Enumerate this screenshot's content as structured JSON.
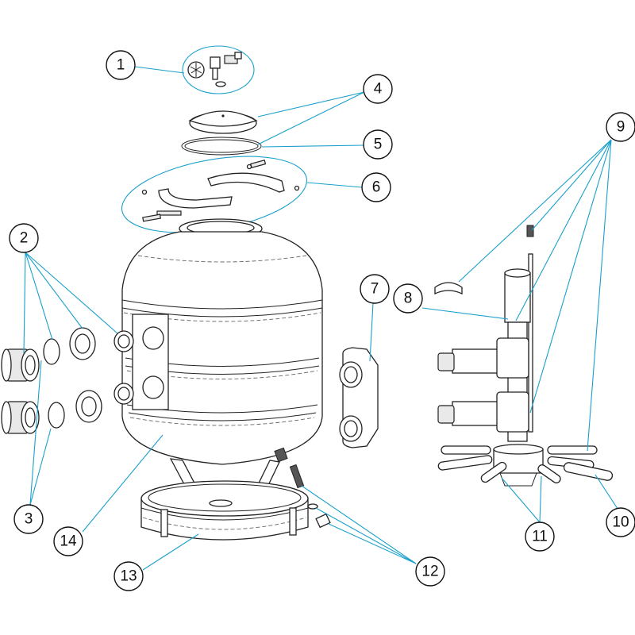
{
  "diagram": {
    "callouts": [
      {
        "label": "1"
      },
      {
        "label": "2"
      },
      {
        "label": "3"
      },
      {
        "label": "4"
      },
      {
        "label": "5"
      },
      {
        "label": "6"
      },
      {
        "label": "7"
      },
      {
        "label": "8"
      },
      {
        "label": "9"
      },
      {
        "label": "10"
      },
      {
        "label": "11"
      },
      {
        "label": "12"
      },
      {
        "label": "13"
      },
      {
        "label": "14"
      }
    ],
    "colors": {
      "leader": "#1aa0cc",
      "outline": "#222222"
    }
  }
}
